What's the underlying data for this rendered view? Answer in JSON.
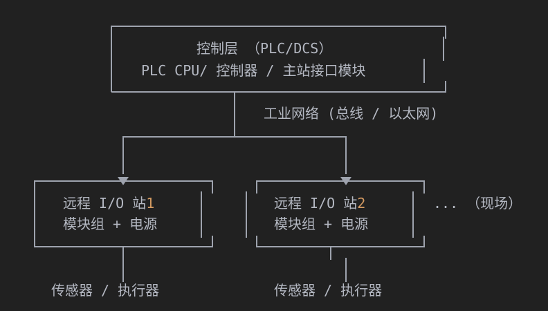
{
  "colors": {
    "background": "#212121",
    "line": "#9ea3ae",
    "text": "#b4b8c2",
    "accent": "#d49a62"
  },
  "control_layer": {
    "title": "控制层 （PLC/DCS）",
    "subtitle": "PLC CPU/ 控制器 / 主站接口模块"
  },
  "network_label": "工业网络 (总线 / 以太网)",
  "stations": [
    {
      "name_prefix": "远程 I/O 站",
      "number": "1",
      "detail": "模块组 + 电源",
      "field_device": "传感器 / 执行器"
    },
    {
      "name_prefix": "远程 I/O 站",
      "number": "2",
      "detail": "模块组 + 电源",
      "field_device": "传感器 / 执行器"
    }
  ],
  "more_label": "... （现场）"
}
